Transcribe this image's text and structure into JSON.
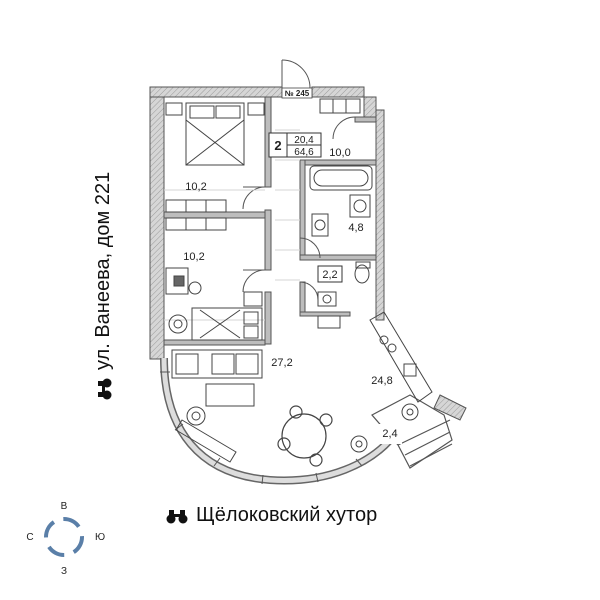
{
  "apartment": {
    "number_label": "№ 245",
    "rooms": "2",
    "living_area": "20,4",
    "total_area": "64,6"
  },
  "room_areas": {
    "hall": "10,0",
    "bedroom_top": "10,2",
    "bedroom_middle": "10,2",
    "bathroom": "4,8",
    "toilet": "2,2",
    "living_room": "27,2",
    "kitchen": "24,8",
    "balcony": "2,4"
  },
  "street_label": "ул. Ванеева, дом 221",
  "district_label": "Щёлоковский хутор",
  "compass": {
    "north": "В",
    "south": "З",
    "west": "С",
    "east": "Ю"
  },
  "colors": {
    "wall": "#8a8a8a",
    "wall_fill": "#cfcfcf",
    "line": "#444444",
    "compass": "#5a7fa8"
  }
}
